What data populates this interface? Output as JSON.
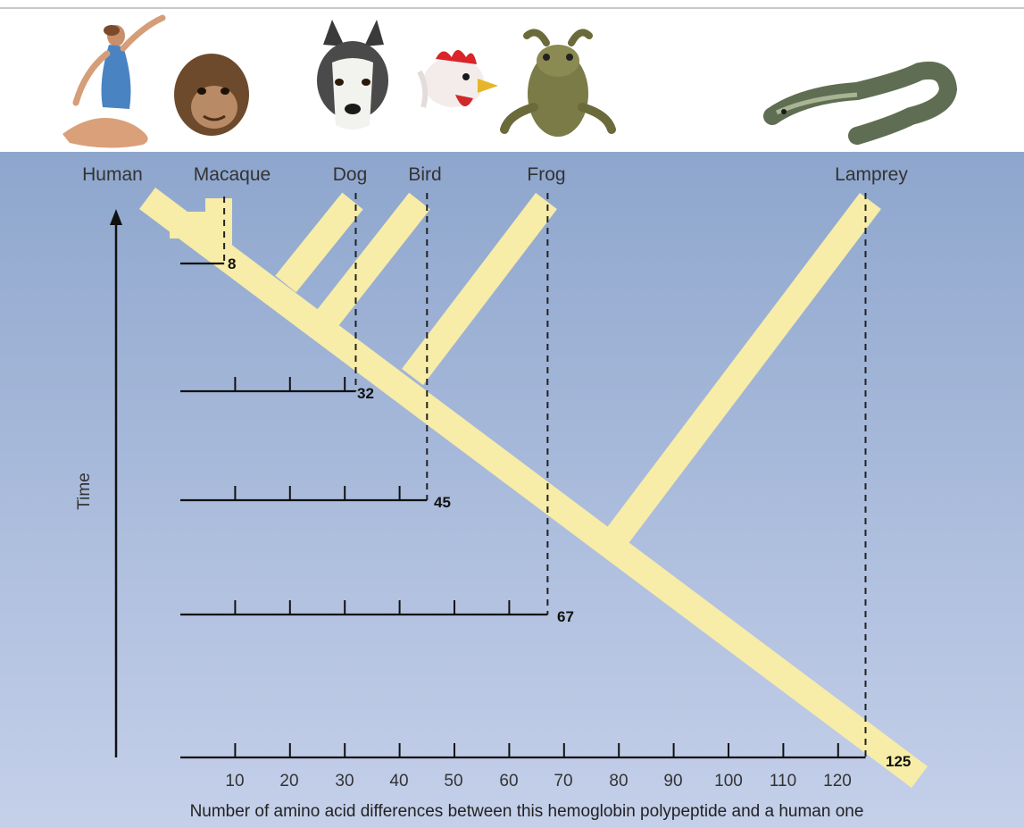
{
  "taxa": [
    {
      "name": "Human",
      "differences": 0,
      "icon": "human-figure-icon"
    },
    {
      "name": "Macaque",
      "differences": 8,
      "icon": "macaque-head-icon"
    },
    {
      "name": "Dog",
      "differences": 32,
      "icon": "dog-head-icon"
    },
    {
      "name": "Bird",
      "differences": 45,
      "icon": "chicken-head-icon"
    },
    {
      "name": "Frog",
      "differences": 67,
      "icon": "frog-icon"
    },
    {
      "name": "Lamprey",
      "differences": 125,
      "icon": "lamprey-icon"
    }
  ],
  "value_labels": [
    "8",
    "32",
    "45",
    "67",
    "125"
  ],
  "axis": {
    "ticks": [
      "10",
      "20",
      "30",
      "40",
      "50",
      "60",
      "70",
      "80",
      "90",
      "100",
      "110",
      "120"
    ],
    "xlabel": "Number of amino acid differences between this hemoglobin polypeptide and a human one",
    "ylabel": "Time"
  },
  "colors": {
    "branch": "#f7eca8",
    "panel_top": "#8ea6cd",
    "panel_bottom": "#c5d0ea",
    "scale_line": "#111111",
    "guide_line": "#222222"
  }
}
